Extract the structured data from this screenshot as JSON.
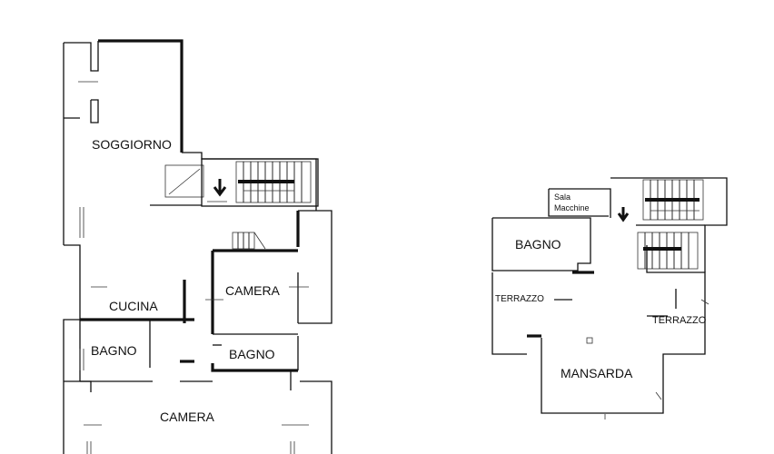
{
  "floor_plan": {
    "left_floor": {
      "rooms": [
        "SOGGIORNO",
        "CAMERA",
        "CUCINA",
        "BAGNO",
        "BAGNO",
        "CAMERA"
      ]
    },
    "right_floor": {
      "rooms": [
        "BAGNO",
        "TERRAZZO",
        "TERRAZZO",
        "MANSARDA"
      ],
      "machine_room": [
        "Sala",
        "Macchine"
      ]
    }
  },
  "colors": {
    "walls": "#111111",
    "background": "#ffffff"
  }
}
